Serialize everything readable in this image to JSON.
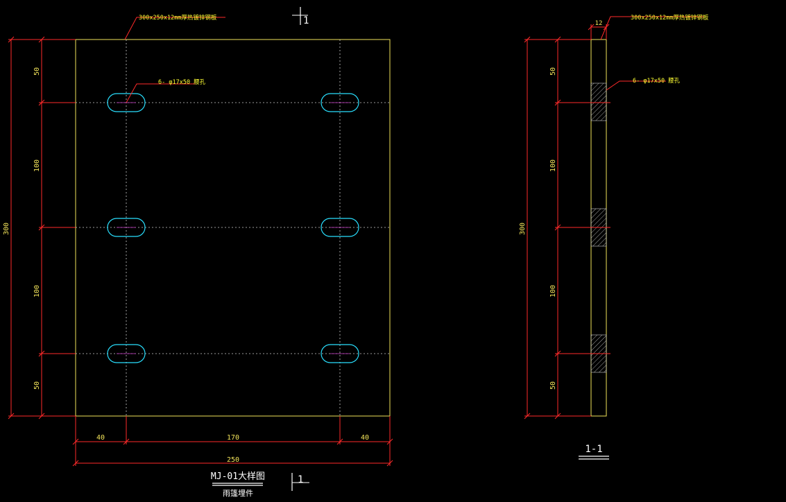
{
  "colors": {
    "background": "#000000",
    "plate_outline": "#f2e35a",
    "dimension": "#ff2a2a",
    "dim_text": "#f2e35a",
    "slot": "#29e0ff",
    "center_line": "#cfcfcf",
    "note_text": "#ffff33",
    "title_text": "#ffffff",
    "hatch": "#cfcfcf"
  },
  "plan_view": {
    "note_plate": "300x250x12mm厚热镀锌钢板",
    "note_holes": "6- φ17x50 腰孔",
    "section_mark_top": "1",
    "section_mark_bottom": "1",
    "dim_overall_height": "300",
    "dim_vertical_segments": [
      "50",
      "100",
      "100",
      "50"
    ],
    "dim_horizontal_segments": [
      "40",
      "170",
      "40"
    ],
    "dim_overall_width": "250"
  },
  "section_view": {
    "note_plate": "300x250x12mm厚热镀锌钢板",
    "note_holes": "6- φ17x50 腰孔",
    "dim_thickness": "12",
    "dim_overall_height": "300",
    "dim_vertical_segments": [
      "50",
      "100",
      "100",
      "50"
    ],
    "label": "1-1"
  },
  "title_block": {
    "title": "MJ-01大样图",
    "subtitle": "雨篷埋件"
  }
}
